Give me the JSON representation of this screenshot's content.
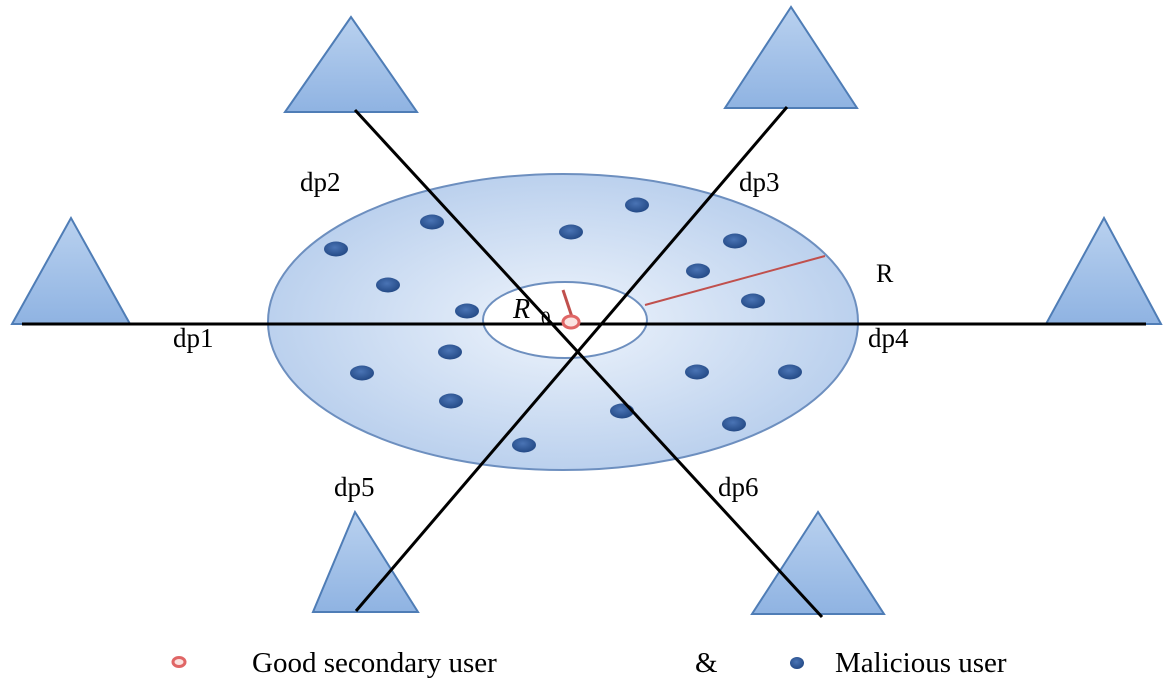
{
  "labels": {
    "dp1": "dp1",
    "dp2": "dp2",
    "dp3": "dp3",
    "dp4": "dp4",
    "dp5": "dp5",
    "dp6": "dp6",
    "r_outer": "R",
    "r_inner_main": "R",
    "r_inner_sub": "0"
  },
  "legend": {
    "good_label": "Good secondary user",
    "separator": "&",
    "malicious_label": "Malicious user"
  },
  "colors": {
    "ring_fill": "#c2d6f1",
    "ring_stroke": "#6d8fbf",
    "triangle_fill": "#9dbde6",
    "triangle_stroke": "#4f7db6",
    "malicious_dot": "#2f5597",
    "good_dot": "#e06666",
    "radius_line": "#c0504d",
    "beam_line": "#000000"
  },
  "icons": {
    "primary_transmitter": "triangle-icon",
    "good_user": "hollow-red-circle-icon",
    "malicious_user": "blue-dot-icon"
  }
}
